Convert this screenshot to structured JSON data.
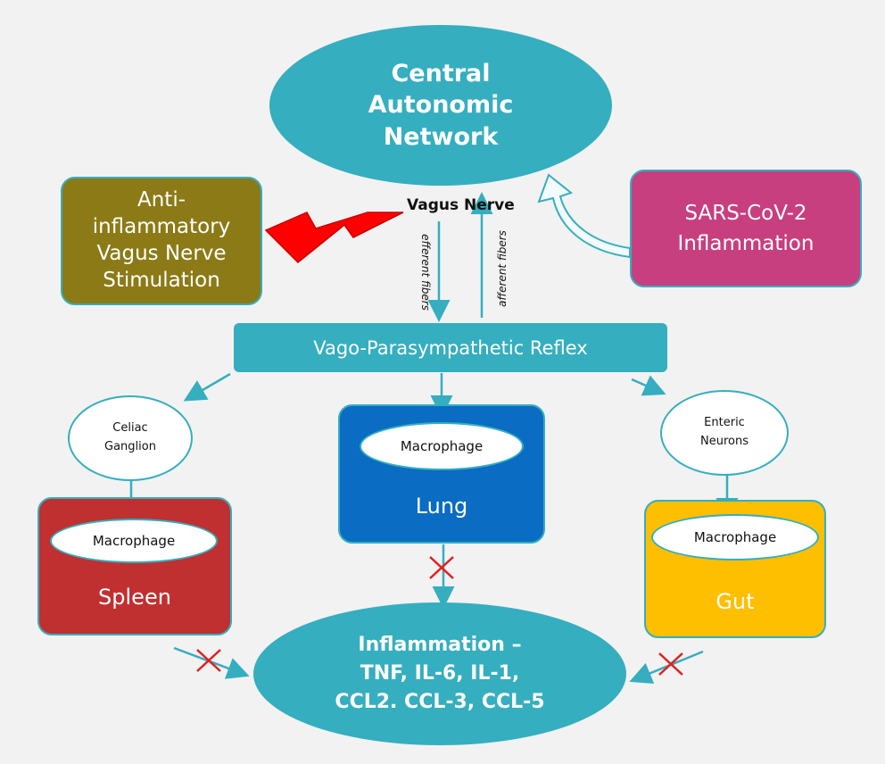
{
  "cns": "Central\nAutonomic\nNetwork",
  "stimulation": "Anti-\ninflammatory\nVagus Nerve\nStimulation",
  "sars": "SARS-CoV-2\nInflammation",
  "vagus_nerve": "Vagus Nerve",
  "efferent": "efferent fibers",
  "afferent": "afferent fibers",
  "reflex": "Vago-Parasympathetic Reflex",
  "celiac": "Celiac\nGanglion",
  "enteric": "Enteric\nNeurons",
  "macrophage": "Macrophage",
  "spleen": "Spleen",
  "lung": "Lung",
  "gut": "Gut",
  "inflammation": "Inflammation –\nTNF, IL-6, IL-1,\nCCL2. CCL-3, CCL-5",
  "colors": {
    "teal": "#35aebf",
    "olive": "#8b7a16",
    "magenta": "#c83f7f",
    "spleen_red": "#c03030",
    "lung_blue": "#0a6cc2",
    "gut_yellow": "#fdbf00",
    "bolt_red": "#ff0000"
  }
}
